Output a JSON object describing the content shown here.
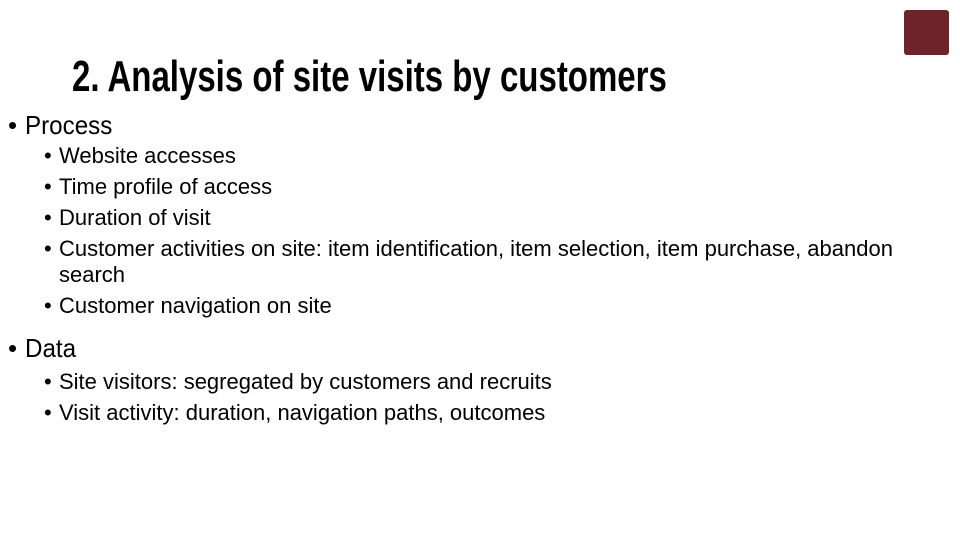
{
  "slide": {
    "title": "2. Analysis of site visits by customers",
    "bullet_char": "•",
    "colors": {
      "background": "#ffffff",
      "text": "#000000",
      "corner_decoration": "#6e2229"
    },
    "sections": [
      {
        "label": "Process",
        "items": [
          "Website accesses",
          "Time profile of access",
          "Duration of visit",
          "Customer activities on site: item identification, item selection, item purchase, abandon search",
          "Customer navigation on site"
        ]
      },
      {
        "label": "Data",
        "items": [
          "Site visitors: segregated by customers and recruits",
          "Visit activity: duration, navigation paths, outcomes"
        ]
      }
    ]
  }
}
